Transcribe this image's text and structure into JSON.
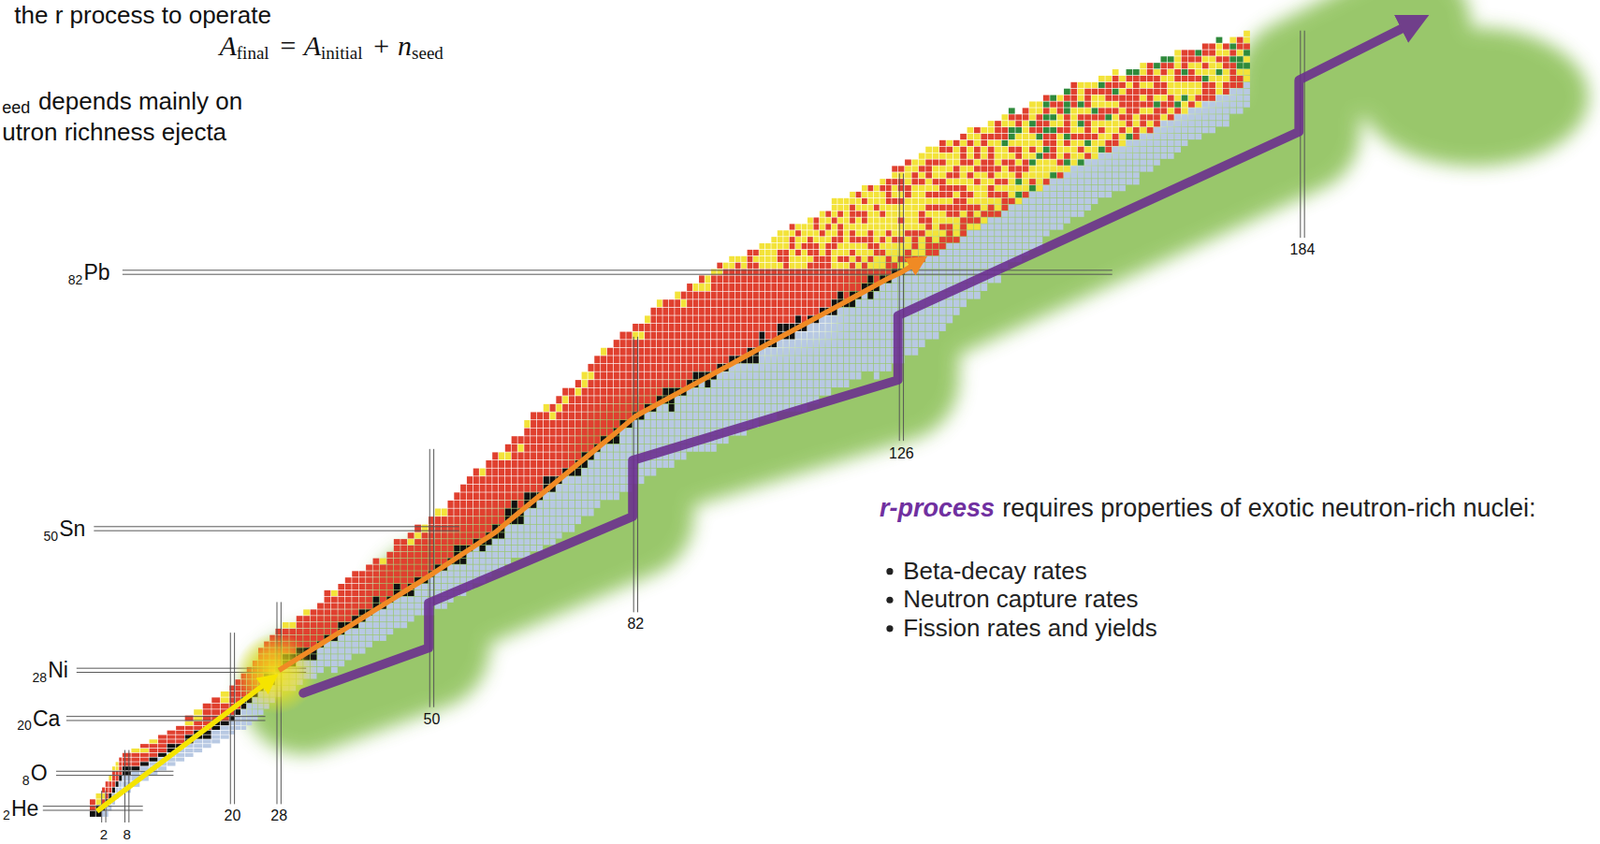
{
  "diagram": {
    "labels": [
      "the r process to operate",
      "A",
      "final",
      "= A",
      "initial",
      "+ n",
      "seed",
      "eed",
      "depends mainly on",
      "utron richness ejecta",
      "82",
      "Pb",
      "50",
      "Sn",
      "28",
      "Ni",
      "20",
      "Ca",
      "8",
      "O",
      "2",
      "He",
      "184",
      "126",
      "82",
      "50",
      "28",
      "20",
      "8",
      "2",
      "r-process",
      "requires properties of exotic neutron-rich nuclei:",
      "Beta-decay rates",
      "Neutron capture rates",
      "Fission rates and yields"
    ]
  }
}
